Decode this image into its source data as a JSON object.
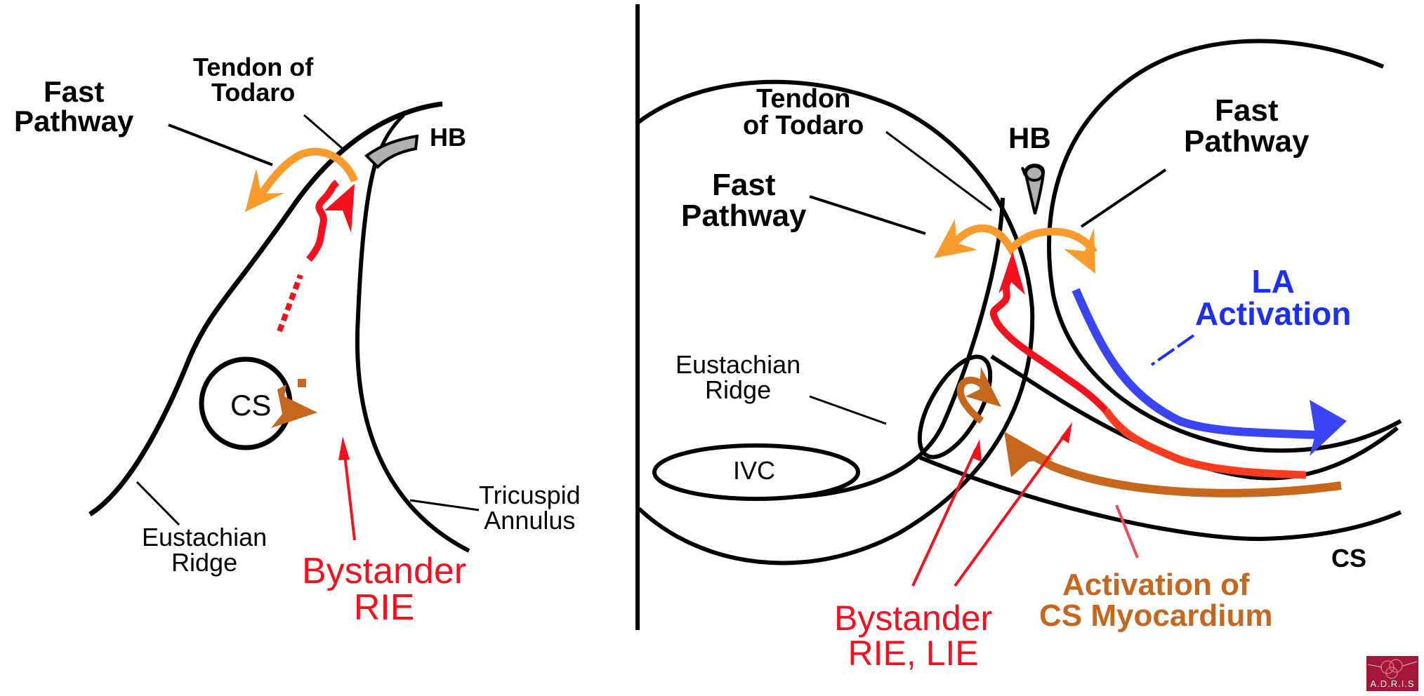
{
  "left_panel": {
    "fast_pathway": [
      "Fast",
      "Pathway"
    ],
    "tendon_of_todaro": [
      "Tendon of",
      "Todaro"
    ],
    "hb": "HB",
    "cs": "CS",
    "eustachian_ridge": [
      "Eustachian",
      "Ridge"
    ],
    "tricuspid_annulus": [
      "Tricuspid",
      "Annulus"
    ],
    "bystander": [
      "Bystander",
      "RIE"
    ]
  },
  "right_panel": {
    "tendon_of_todaro": [
      "Tendon",
      "of Todaro"
    ],
    "hb": "HB",
    "fast_pathway_left": [
      "Fast",
      "Pathway"
    ],
    "fast_pathway_right": [
      "Fast",
      "Pathway"
    ],
    "la_activation": [
      "LA",
      "Activation"
    ],
    "eustachian_ridge": [
      "Eustachian",
      "Ridge"
    ],
    "ivc": "IVC",
    "cs": "CS",
    "bystander": [
      "Bystander",
      "RIE, LIE"
    ],
    "cs_myocardium": [
      "Activation of",
      "CS Myocardium"
    ]
  },
  "logo": {
    "text": "A.D.R.I.S"
  },
  "colors": {
    "orange_arrow": "#f99b2a",
    "red_arrow": "#f5101e",
    "brown_arrow": "#c7661d",
    "blue_arrow": "#3a44f5",
    "hb_gray": "#b0b0b0",
    "logo_bg": "#a3163a"
  }
}
